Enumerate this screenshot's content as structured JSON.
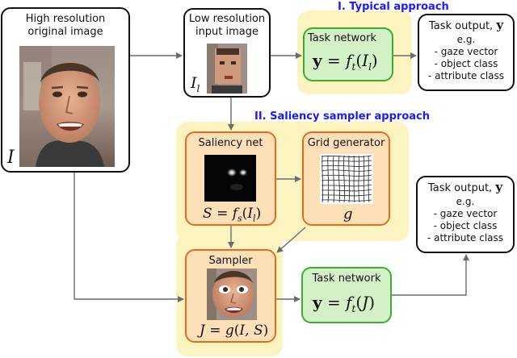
{
  "typical_header": "I. Typical approach",
  "saliency_header": "II. Saliency sampler approach",
  "hi_res": {
    "line1": "High resolution",
    "line2": "original image",
    "symbol": "I"
  },
  "low_res": {
    "line1": "Low resolution",
    "line2": "input image",
    "symbol": "I",
    "symbol_sub": "l"
  },
  "task_network_top": {
    "label": "Task network",
    "lhs": "y",
    "eq": "=",
    "fn": "f",
    "fn_sub": "t",
    "arg": "I",
    "arg_sub": "l"
  },
  "task_output_top": {
    "title": "Task output,",
    "symbol": "y",
    "eg": "e.g.",
    "items": [
      "- gaze vector",
      "- object class",
      "- attribute class"
    ]
  },
  "saliency_net": {
    "label": "Saliency net",
    "lhs": "S",
    "eq": "=",
    "fn": "f",
    "fn_sub": "s",
    "arg": "I",
    "arg_sub": "l"
  },
  "grid_generator": {
    "label": "Grid generator",
    "symbol": "g"
  },
  "sampler": {
    "label": "Sampler",
    "lhs": "J",
    "eq": "=",
    "fn": "g",
    "args": "I, S"
  },
  "task_network_bottom": {
    "label": "Task network",
    "lhs": "y",
    "eq": "=",
    "fn": "f",
    "fn_sub": "t",
    "arg": "J"
  },
  "task_output_bottom": {
    "title": "Task output,",
    "symbol": "y",
    "eg": "e.g.",
    "items": [
      "- gaze vector",
      "- object class",
      "- attribute class"
    ]
  },
  "colors": {
    "accent_blue": "#1a1aff",
    "yellow_panel": "#fbf4c0",
    "green_border": "#3bae2f",
    "green_fill": "#d4f0c6",
    "orange_border": "#e56a1a",
    "orange_fill": "#fde0b8",
    "arrow": "#6b6b6b"
  }
}
